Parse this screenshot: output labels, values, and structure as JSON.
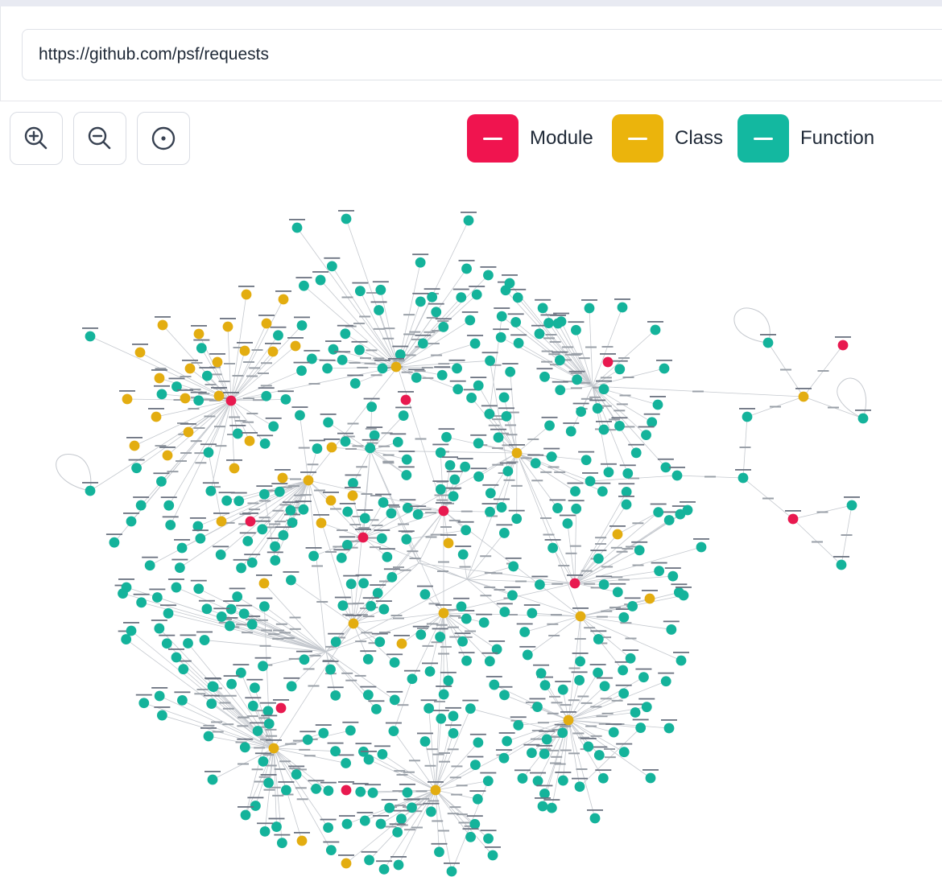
{
  "url_bar": {
    "value": "https://github.com/psf/requests"
  },
  "toolbar": {
    "zoom_in": {
      "icon": "zoom-in-icon"
    },
    "zoom_out": {
      "icon": "zoom-out-icon"
    },
    "reset_view": {
      "icon": "target-icon"
    }
  },
  "legend": {
    "items": [
      {
        "label": "Module",
        "color": "#f0144f"
      },
      {
        "label": "Class",
        "color": "#ebb40c"
      },
      {
        "label": "Function",
        "color": "#13b8a0"
      }
    ]
  },
  "graph": {
    "node_colors": {
      "module": "#e8194f",
      "class": "#e3ad10",
      "function": "#14b39b"
    },
    "edge_color": "#c4c8ce"
  }
}
